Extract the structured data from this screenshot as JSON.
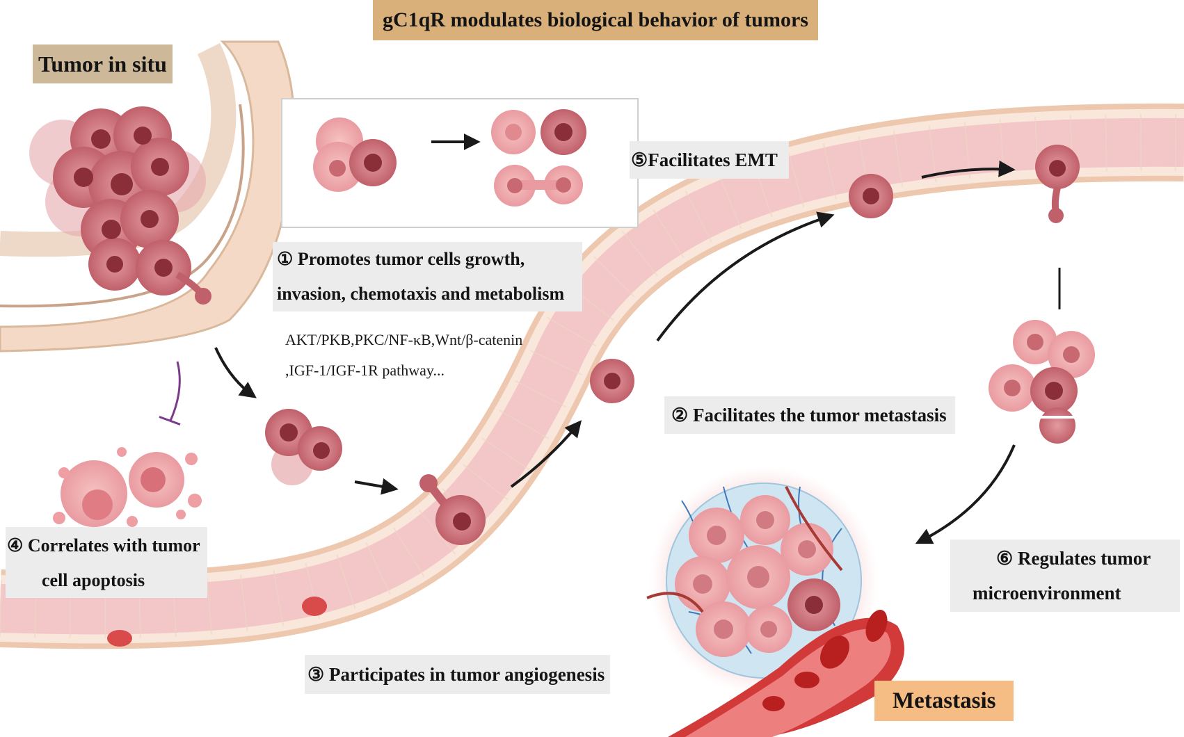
{
  "title": "gC1qR modulates biological behavior of tumors",
  "tumor_in_situ": "Tumor in situ",
  "metastasis": "Metastasis",
  "effects": [
    {
      "number": "①",
      "text_line1": "Promotes tumor cells  growth,",
      "text_line2": "invasion, chemotaxis and metabolism"
    },
    {
      "number": "②",
      "text": "Facilitates the tumor metastasis"
    },
    {
      "number": "③",
      "text": "Participates in tumor angiogenesis"
    },
    {
      "number": "④",
      "text_line1": "Correlates with tumor",
      "text_line2": "cell apoptosis"
    },
    {
      "number": "⑤",
      "text": "Facilitates EMT"
    },
    {
      "number": "⑥",
      "text_line1": "Regulates tumor",
      "text_line2": "microenvironment"
    }
  ],
  "pathways": {
    "line1": "AKT/PKB,PKC/NF-κB,Wnt/β-catenin",
    "line2": ",IGF-1/IGF-1R pathway..."
  },
  "colors": {
    "title_bg": "#d9b079",
    "tumor_in_situ_bg": "#cdb99a",
    "metastasis_bg": "#f5bd83",
    "label_bg": "#ececec",
    "vessel_wall": "#f5d6bd",
    "vessel_lumen": "#f7d1d2",
    "tumor_cell": "#c96b72",
    "tumor_nucleus": "#8a2e37",
    "inhibit_arrow": "#7b3a8c"
  }
}
